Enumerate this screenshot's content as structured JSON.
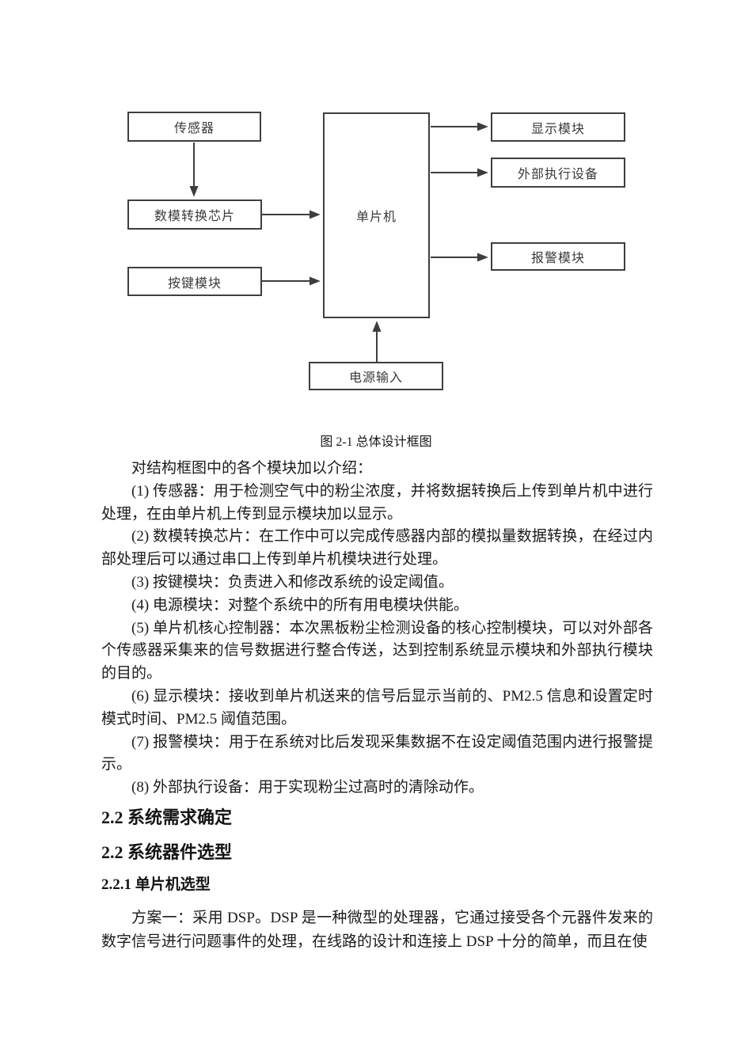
{
  "diagram": {
    "caption": "图 2-1 总体设计框图",
    "nodes": {
      "sensor": "传感器",
      "adc": "数模转换芯片",
      "keypad": "按键模块",
      "mcu": "单片机",
      "display": "显示模块",
      "external": "外部执行设备",
      "alarm": "报警模块",
      "power": "电源输入"
    },
    "edges": [
      {
        "from": "sensor",
        "to": "adc"
      },
      {
        "from": "adc",
        "to": "mcu"
      },
      {
        "from": "keypad",
        "to": "mcu"
      },
      {
        "from": "mcu",
        "to": "display"
      },
      {
        "from": "mcu",
        "to": "external"
      },
      {
        "from": "mcu",
        "to": "alarm"
      },
      {
        "from": "power",
        "to": "mcu"
      }
    ]
  },
  "content": {
    "intro": "对结构框图中的各个模块加以介绍：",
    "items": [
      "(1) 传感器：用于检测空气中的粉尘浓度，并将数据转换后上传到单片机中进行处理，在由单片机上传到显示模块加以显示。",
      "(2) 数模转换芯片：在工作中可以完成传感器内部的模拟量数据转换，在经过内部处理后可以通过串口上传到单片机模块进行处理。",
      "(3) 按键模块：负责进入和修改系统的设定阈值。",
      "(4) 电源模块：对整个系统中的所有用电模块供能。",
      "(5) 单片机核心控制器：本次黑板粉尘检测设备的核心控制模块，可以对外部各个传感器采集来的信号数据进行整合传送，达到控制系统显示模块和外部执行模块的目的。",
      "(6) 显示模块：接收到单片机送来的信号后显示当前的、PM2.5 信息和设置定时模式时间、PM2.5 阈值范围。",
      "(7) 报警模块：用于在系统对比后发现采集数据不在设定阈值范围内进行报警提示。",
      "(8) 外部执行设备：用于实现粉尘过高时的清除动作。"
    ],
    "headings": {
      "h1": "2.2 系统需求确定",
      "h2": "2.2 系统器件选型",
      "h3": "2.2.1 单片机选型"
    },
    "paragraph": "方案一：采用 DSP。DSP 是一种微型的处理器，它通过接受各个元器件发来的数字信号进行问题事件的处理，在线路的设计和连接上 DSP 十分的简单，而且在使"
  },
  "colors": {
    "text": "#1b1b1b",
    "diagram_line": "#3d3d3d",
    "background": "#ffffff"
  }
}
